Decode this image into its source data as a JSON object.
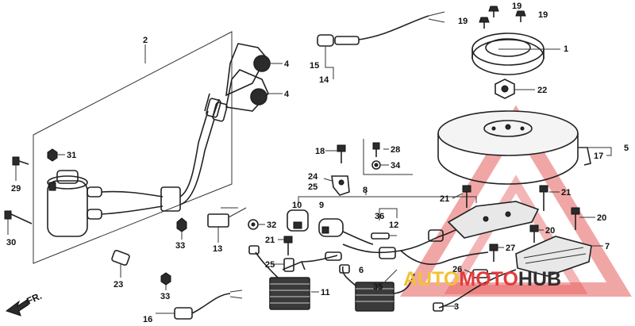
{
  "diagram": {
    "part_labels": [
      {
        "id": "l2",
        "text": "2"
      },
      {
        "id": "l4a",
        "text": "4"
      },
      {
        "id": "l4b",
        "text": "4"
      },
      {
        "id": "l31",
        "text": "31"
      },
      {
        "id": "l29",
        "text": "29"
      },
      {
        "id": "l30",
        "text": "30"
      },
      {
        "id": "l33a",
        "text": "33"
      },
      {
        "id": "l13",
        "text": "13"
      },
      {
        "id": "l32",
        "text": "32"
      },
      {
        "id": "l23",
        "text": "23"
      },
      {
        "id": "l33b",
        "text": "33"
      },
      {
        "id": "l16",
        "text": "16"
      },
      {
        "id": "l15",
        "text": "15"
      },
      {
        "id": "l14",
        "text": "14"
      },
      {
        "id": "l19a",
        "text": "19"
      },
      {
        "id": "l19b",
        "text": "19"
      },
      {
        "id": "l19c",
        "text": "19"
      },
      {
        "id": "l1",
        "text": "1"
      },
      {
        "id": "l22",
        "text": "22"
      },
      {
        "id": "l5",
        "text": "5"
      },
      {
        "id": "l17",
        "text": "17"
      },
      {
        "id": "l18",
        "text": "18"
      },
      {
        "id": "l28",
        "text": "28"
      },
      {
        "id": "l34",
        "text": "34"
      },
      {
        "id": "l24",
        "text": "24"
      },
      {
        "id": "l25a",
        "text": "25"
      },
      {
        "id": "l8",
        "text": "8"
      },
      {
        "id": "l10",
        "text": "10"
      },
      {
        "id": "l9",
        "text": "9"
      },
      {
        "id": "l36",
        "text": "36"
      },
      {
        "id": "l12",
        "text": "12"
      },
      {
        "id": "l21a",
        "text": "21"
      },
      {
        "id": "l21b",
        "text": "21"
      },
      {
        "id": "l21c",
        "text": "21"
      },
      {
        "id": "l20a",
        "text": "20"
      },
      {
        "id": "l20b",
        "text": "20"
      },
      {
        "id": "l7",
        "text": "7"
      },
      {
        "id": "l27",
        "text": "27"
      },
      {
        "id": "l25b",
        "text": "25"
      },
      {
        "id": "l11",
        "text": "11"
      },
      {
        "id": "l6",
        "text": "6"
      },
      {
        "id": "l35",
        "text": "35"
      },
      {
        "id": "l26",
        "text": "26"
      },
      {
        "id": "l3",
        "text": "3"
      }
    ],
    "direction_marker": "FR.",
    "watermark": {
      "part1": "AUTO",
      "part2": "MOTO",
      "part3": "HUB"
    }
  }
}
